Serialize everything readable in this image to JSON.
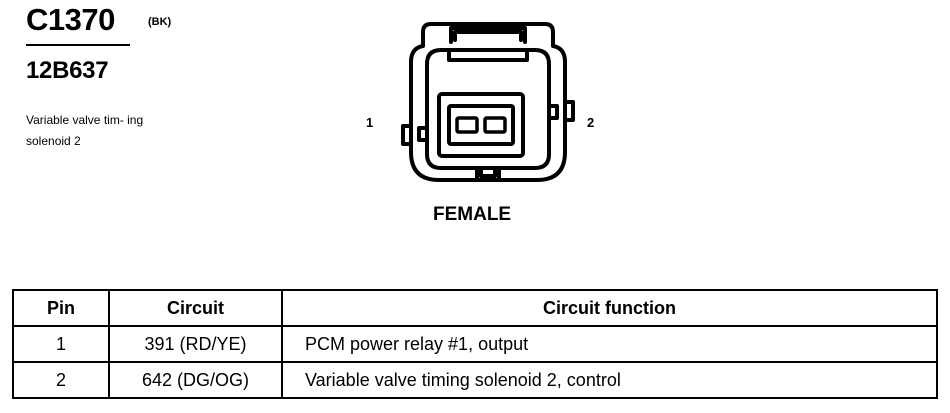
{
  "connector": {
    "id": "C1370",
    "color_code": "(BK)",
    "part_number": "12B637",
    "description": "Variable valve tim- ing solenoid 2",
    "pin_label_left": "1",
    "pin_label_right": "2",
    "gender": "FEMALE"
  },
  "table": {
    "headers": [
      "Pin",
      "Circuit",
      "Circuit function"
    ],
    "rows": [
      {
        "pin": "1",
        "circuit": "391 (RD/YE)",
        "function": "PCM power relay #1, output"
      },
      {
        "pin": "2",
        "circuit": "642 (DG/OG)",
        "function": "Variable valve timing solenoid 2, control"
      }
    ]
  }
}
